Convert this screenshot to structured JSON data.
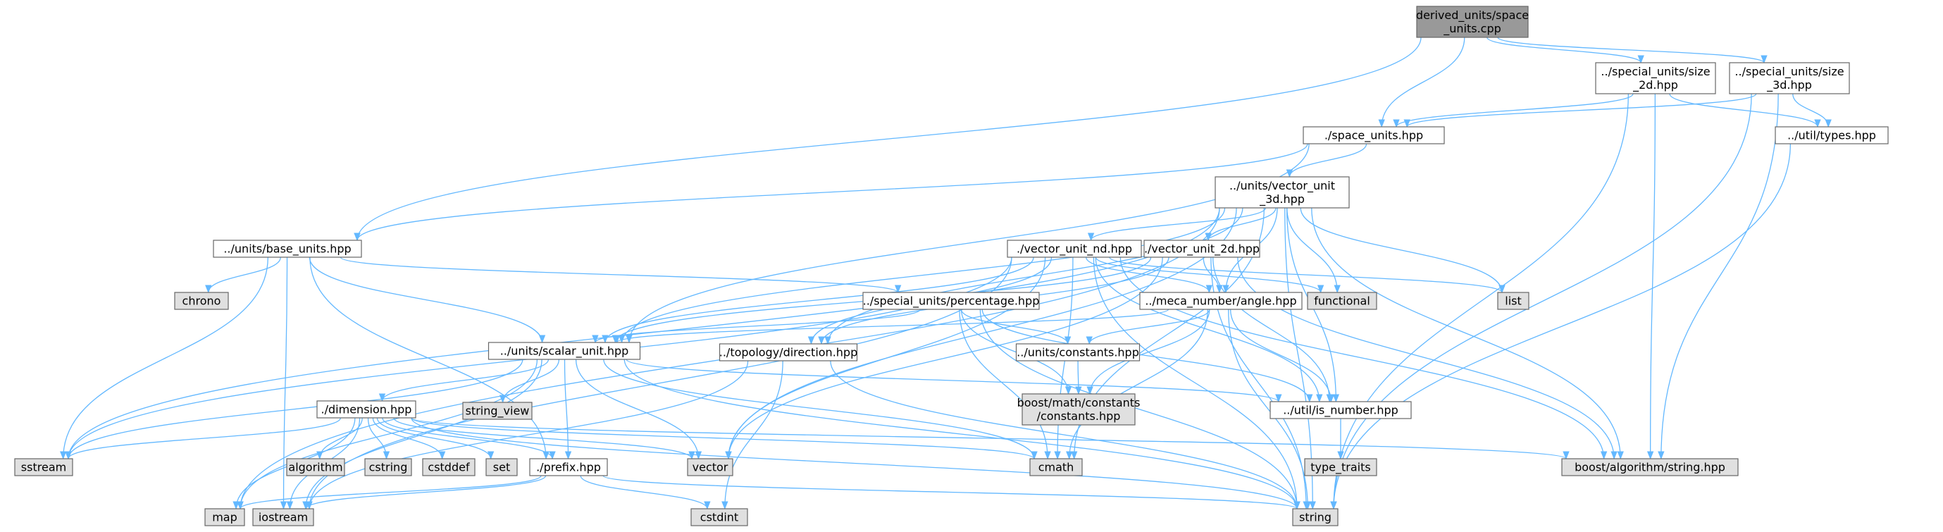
{
  "title": "",
  "colors": {
    "root_fill": "#999999",
    "file_fill": "#ffffff",
    "system_fill": "#e0e0e0",
    "edge": "#63b8ff",
    "border": "#666666"
  },
  "nodes": [
    {
      "id": "root",
      "kind": "root",
      "lines": [
        "derived_units/space",
        "_units.cpp"
      ]
    },
    {
      "id": "s2d",
      "kind": "file",
      "lines": [
        "../special_units/size",
        "_2d.hpp"
      ]
    },
    {
      "id": "s3d",
      "kind": "file",
      "lines": [
        "../special_units/size",
        "_3d.hpp"
      ]
    },
    {
      "id": "space",
      "kind": "file",
      "lines": [
        "./space_units.hpp"
      ]
    },
    {
      "id": "types",
      "kind": "file",
      "lines": [
        "../util/types.hpp"
      ]
    },
    {
      "id": "v3d",
      "kind": "file",
      "lines": [
        "../units/vector_unit",
        "_3d.hpp"
      ]
    },
    {
      "id": "base",
      "kind": "file",
      "lines": [
        "../units/base_units.hpp"
      ]
    },
    {
      "id": "vnd",
      "kind": "file",
      "lines": [
        "./vector_unit_nd.hpp"
      ]
    },
    {
      "id": "v2d",
      "kind": "file",
      "lines": [
        "./vector_unit_2d.hpp"
      ]
    },
    {
      "id": "functional",
      "kind": "system",
      "lines": [
        "functional"
      ]
    },
    {
      "id": "list",
      "kind": "system",
      "lines": [
        "list"
      ]
    },
    {
      "id": "chrono",
      "kind": "system",
      "lines": [
        "chrono"
      ]
    },
    {
      "id": "pct",
      "kind": "file",
      "lines": [
        "../special_units/percentage.hpp"
      ]
    },
    {
      "id": "angle",
      "kind": "file",
      "lines": [
        "../meca_number/angle.hpp"
      ]
    },
    {
      "id": "scalar",
      "kind": "file",
      "lines": [
        "../units/scalar_unit.hpp"
      ]
    },
    {
      "id": "dir",
      "kind": "file",
      "lines": [
        "../topology/direction.hpp"
      ]
    },
    {
      "id": "const",
      "kind": "file",
      "lines": [
        "../units/constants.hpp"
      ]
    },
    {
      "id": "boostc",
      "kind": "system",
      "lines": [
        "boost/math/constants",
        "/constants.hpp"
      ]
    },
    {
      "id": "isnum",
      "kind": "file",
      "lines": [
        "../util/is_number.hpp"
      ]
    },
    {
      "id": "sview",
      "kind": "system",
      "lines": [
        "string_view"
      ]
    },
    {
      "id": "dim",
      "kind": "file",
      "lines": [
        "./dimension.hpp"
      ]
    },
    {
      "id": "typetraits",
      "kind": "system",
      "lines": [
        "type_traits"
      ]
    },
    {
      "id": "sstream",
      "kind": "system",
      "lines": [
        "sstream"
      ]
    },
    {
      "id": "algorithm",
      "kind": "system",
      "lines": [
        "algorithm"
      ]
    },
    {
      "id": "cstring",
      "kind": "system",
      "lines": [
        "cstring"
      ]
    },
    {
      "id": "cstddef",
      "kind": "system",
      "lines": [
        "cstddef"
      ]
    },
    {
      "id": "set",
      "kind": "system",
      "lines": [
        "set"
      ]
    },
    {
      "id": "prefix",
      "kind": "file",
      "lines": [
        "./prefix.hpp"
      ]
    },
    {
      "id": "vector",
      "kind": "system",
      "lines": [
        "vector"
      ]
    },
    {
      "id": "cmath",
      "kind": "system",
      "lines": [
        "cmath"
      ]
    },
    {
      "id": "boostalg",
      "kind": "system",
      "lines": [
        "boost/algorithm/string.hpp"
      ]
    },
    {
      "id": "map",
      "kind": "system",
      "lines": [
        "map"
      ]
    },
    {
      "id": "iostream",
      "kind": "system",
      "lines": [
        "iostream"
      ]
    },
    {
      "id": "cstdint",
      "kind": "system",
      "lines": [
        "cstdint"
      ]
    },
    {
      "id": "string",
      "kind": "system",
      "lines": [
        "string"
      ]
    }
  ],
  "edges": [
    [
      "root",
      "s2d"
    ],
    [
      "root",
      "s3d"
    ],
    [
      "root",
      "space"
    ],
    [
      "root",
      "base"
    ],
    [
      "s2d",
      "space"
    ],
    [
      "s2d",
      "types"
    ],
    [
      "s2d",
      "boostalg"
    ],
    [
      "s2d",
      "string"
    ],
    [
      "s3d",
      "space"
    ],
    [
      "s3d",
      "types"
    ],
    [
      "s3d",
      "boostalg"
    ],
    [
      "s3d",
      "string"
    ],
    [
      "types",
      "string"
    ],
    [
      "space",
      "v3d"
    ],
    [
      "space",
      "base"
    ],
    [
      "space",
      "scalar"
    ],
    [
      "v3d",
      "vnd"
    ],
    [
      "v3d",
      "v2d"
    ],
    [
      "v3d",
      "functional"
    ],
    [
      "v3d",
      "list"
    ],
    [
      "v3d",
      "angle"
    ],
    [
      "v3d",
      "scalar"
    ],
    [
      "v3d",
      "dir"
    ],
    [
      "v3d",
      "isnum"
    ],
    [
      "v3d",
      "sstream"
    ],
    [
      "v3d",
      "vector"
    ],
    [
      "v3d",
      "cmath"
    ],
    [
      "v3d",
      "boostalg"
    ],
    [
      "v3d",
      "map"
    ],
    [
      "v3d",
      "string"
    ],
    [
      "base",
      "chrono"
    ],
    [
      "base",
      "pct"
    ],
    [
      "base",
      "scalar"
    ],
    [
      "base",
      "sstream"
    ],
    [
      "base",
      "prefix"
    ],
    [
      "base",
      "iostream"
    ],
    [
      "vnd",
      "functional"
    ],
    [
      "vnd",
      "list"
    ],
    [
      "vnd",
      "angle"
    ],
    [
      "vnd",
      "scalar"
    ],
    [
      "vnd",
      "dir"
    ],
    [
      "vnd",
      "isnum"
    ],
    [
      "vnd",
      "sstream"
    ],
    [
      "vnd",
      "vector"
    ],
    [
      "vnd",
      "cmath"
    ],
    [
      "vnd",
      "boostalg"
    ],
    [
      "vnd",
      "iostream"
    ],
    [
      "vnd",
      "string"
    ],
    [
      "v2d",
      "angle"
    ],
    [
      "v2d",
      "scalar"
    ],
    [
      "v2d",
      "dir"
    ],
    [
      "v2d",
      "isnum"
    ],
    [
      "v2d",
      "boostalg"
    ],
    [
      "v2d",
      "string"
    ],
    [
      "v2d",
      "vector"
    ],
    [
      "pct",
      "scalar"
    ],
    [
      "pct",
      "const"
    ],
    [
      "pct",
      "boostc"
    ],
    [
      "pct",
      "isnum"
    ],
    [
      "pct",
      "cmath"
    ],
    [
      "pct",
      "string"
    ],
    [
      "angle",
      "scalar"
    ],
    [
      "angle",
      "const"
    ],
    [
      "angle",
      "boostc"
    ],
    [
      "angle",
      "isnum"
    ],
    [
      "angle",
      "cmath"
    ],
    [
      "angle",
      "string"
    ],
    [
      "const",
      "boostc"
    ],
    [
      "scalar",
      "dim"
    ],
    [
      "scalar",
      "prefix"
    ],
    [
      "scalar",
      "sview"
    ],
    [
      "scalar",
      "isnum"
    ],
    [
      "scalar",
      "sstream"
    ],
    [
      "scalar",
      "vector"
    ],
    [
      "scalar",
      "cmath"
    ],
    [
      "scalar",
      "map"
    ],
    [
      "scalar",
      "iostream"
    ],
    [
      "scalar",
      "string"
    ],
    [
      "dir",
      "cstdint"
    ],
    [
      "dir",
      "iostream"
    ],
    [
      "dir",
      "string"
    ],
    [
      "isnum",
      "typetraits"
    ],
    [
      "dim",
      "sstream"
    ],
    [
      "dim",
      "algorithm"
    ],
    [
      "dim",
      "cstring"
    ],
    [
      "dim",
      "cstddef"
    ],
    [
      "dim",
      "set"
    ],
    [
      "dim",
      "prefix"
    ],
    [
      "dim",
      "vector"
    ],
    [
      "dim",
      "cmath"
    ],
    [
      "dim",
      "boostalg"
    ],
    [
      "dim",
      "map"
    ],
    [
      "dim",
      "iostream"
    ],
    [
      "dim",
      "string"
    ],
    [
      "prefix",
      "map"
    ],
    [
      "prefix",
      "iostream"
    ],
    [
      "prefix",
      "cstdint"
    ],
    [
      "prefix",
      "string"
    ]
  ]
}
